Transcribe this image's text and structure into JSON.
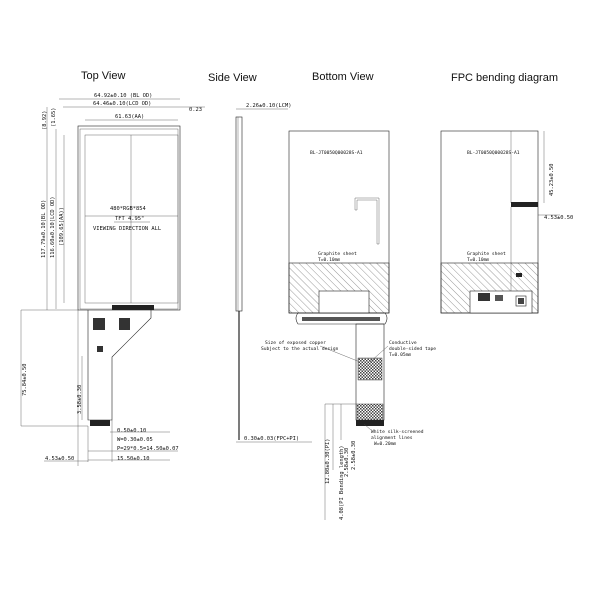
{
  "views": {
    "top": "Top View",
    "side": "Side View",
    "bottom": "Bottom View",
    "fpc": "FPC bending  diagram"
  },
  "top_view": {
    "dim_bl_od": "64.92±0.10 (BL OD)",
    "dim_lcd_od": "64.46±0.10(LCD OD)",
    "dim_aa": "61.63(AA)",
    "dim_023": "0.23",
    "dim_892": "(8.92)",
    "dim_165": "(1.65)",
    "dim_v_bl": "117.79±0.10(BL OD)",
    "dim_v_lcd": "116.60±0.10(LCD OD)",
    "dim_v_aa": "(109.65(AA))",
    "dim_fpc_len": "75.84±0.50",
    "dim_fpc_358": "3.58±0.30",
    "dim_050": "0.50±0.10",
    "dim_w030": "W=0.30±0.05",
    "dim_pitch": "P=29*0.5=14.50±0.07",
    "dim_1550": "15.50±0.10",
    "dim_453": "4.53±0.50",
    "resolution": "480*RGB*854",
    "type": "TFT 4.95\"",
    "viewing": "VIEWING DIRECTION  ALL"
  },
  "side_view": {
    "dim_lcm": "2.26±0.10(LCM)",
    "dim_fpc": "0.30±0.03(FPC+PI)"
  },
  "bottom_view": {
    "part_no": "BL-JT0050Q00028S-A1",
    "graphite": "Graphite sheet",
    "graphite_t": "T=0.10mm",
    "copper1": "Size of exposed copper",
    "copper2": "Subject to the actual design",
    "cond1": "Conductive",
    "cond2": "double-sided tape",
    "cond3": "T=0.05mm",
    "silk1": "White silk-screened",
    "silk2": "alignment lines",
    "silk3": "W=0.20mm",
    "dim_1280": "12.80±0.30(PI)",
    "dim_258": "2.58±0.30",
    "dim_408": "4.08(PI Bending length)"
  },
  "fpc_view": {
    "part_no": "BL-JT0050Q00028S-A1",
    "dim_4523": "45.23±0.50",
    "dim_453": "4.53±0.50",
    "graphite": "Graphite sheet",
    "graphite_t": "T=0.10mm"
  }
}
